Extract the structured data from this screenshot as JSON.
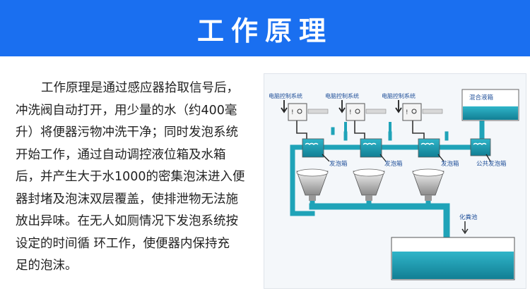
{
  "header": {
    "title": "工作原理",
    "bg_color": "#1a6ff0"
  },
  "description": {
    "lines": [
      "工作原理是通过感应器拾取信号后，",
      "冲洗阀自动打开，用少量的水（约400毫",
      "升）将便器污物冲洗干净；同时发泡系统",
      "开始工作，通过自动调控液位箱及水箱",
      "后，并产生大于水1000的密集泡沫进入便",
      "器封堵及泡沫双层覆盖，使排泄物无法施",
      "放出异味。在无人如厕情况下发泡系统按",
      "设定的时间循  环工作，使便器内保持充",
      "足的泡沫。"
    ]
  },
  "diagram": {
    "pipe_color": "#1fa3b8",
    "control_labels": [
      "电脑控制系统",
      "电脑控制系统",
      "电脑控制系统"
    ],
    "foam_box_labels": [
      "发泡箱",
      "发泡箱",
      "发泡箱"
    ],
    "mixing_tank_label": "混合液箱",
    "public_foam_label": "公共发泡箱",
    "septic_tank_label": "化粪池"
  }
}
